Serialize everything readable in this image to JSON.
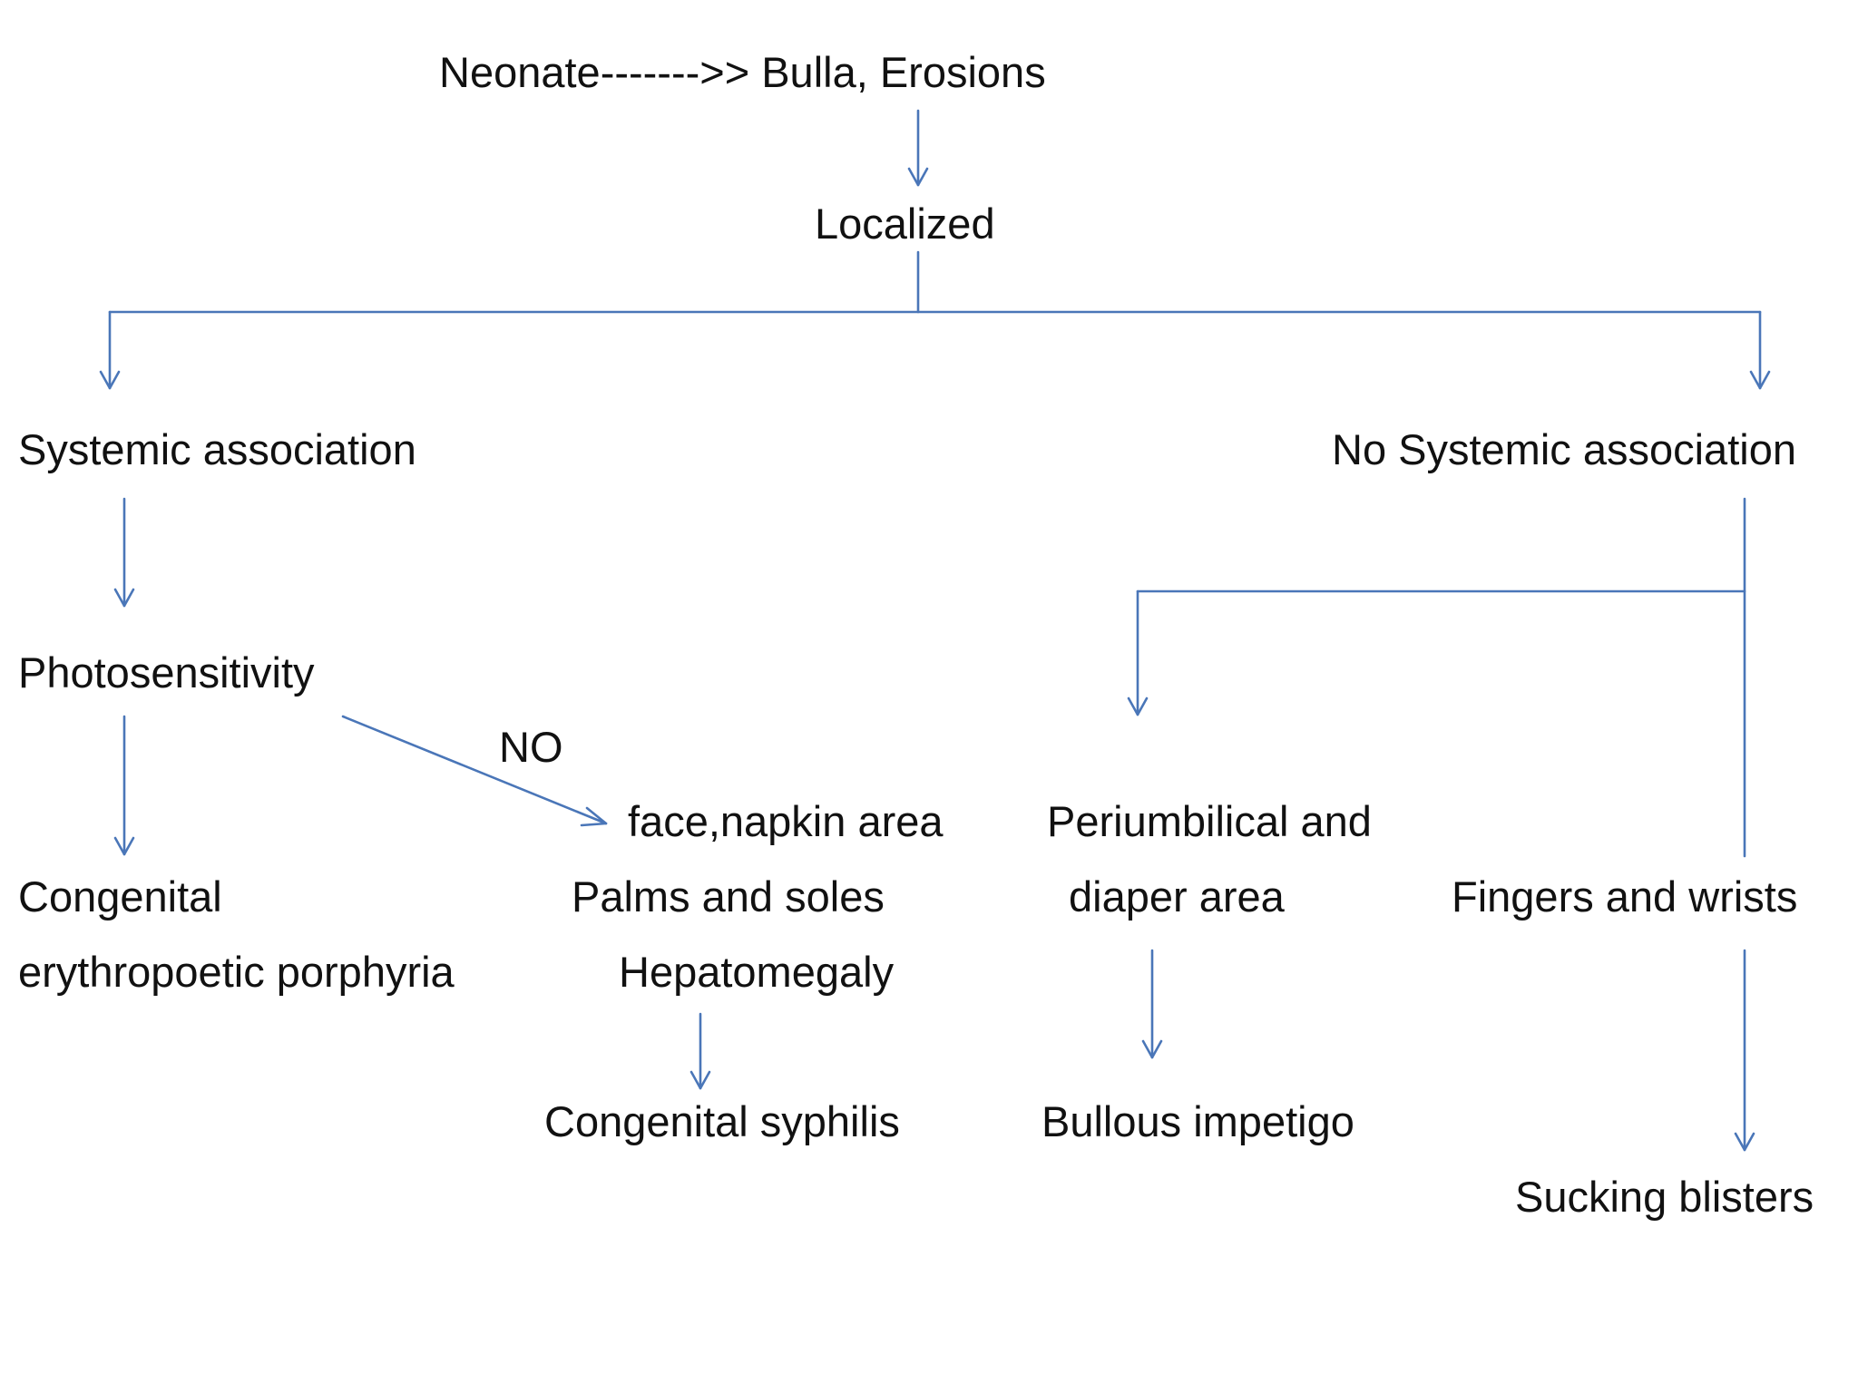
{
  "diagram": {
    "colors": {
      "arrow": "#4a76b8",
      "text": "#111111",
      "background": "#ffffff"
    },
    "nodes": {
      "neonate": "Neonate------->> Bulla, Erosions",
      "localized": "Localized",
      "systemic": "Systemic association",
      "no_systemic": "No Systemic association",
      "photosensitivity": "Photosensitivity",
      "no_label": "NO",
      "face_napkin": "face,napkin area",
      "palms_soles": "Palms and soles",
      "hepatomegaly": "Hepatomegaly",
      "congenital_line1": "Congenital",
      "congenital_line2": "erythropoetic porphyria",
      "periumbilical_line1": "Periumbilical and",
      "periumbilical_line2": "diaper area",
      "fingers_wrists": "Fingers and wrists",
      "congenital_syphilis": "Congenital syphilis",
      "bullous_impetigo": "Bullous impetigo",
      "sucking_blisters": "Sucking blisters"
    }
  }
}
